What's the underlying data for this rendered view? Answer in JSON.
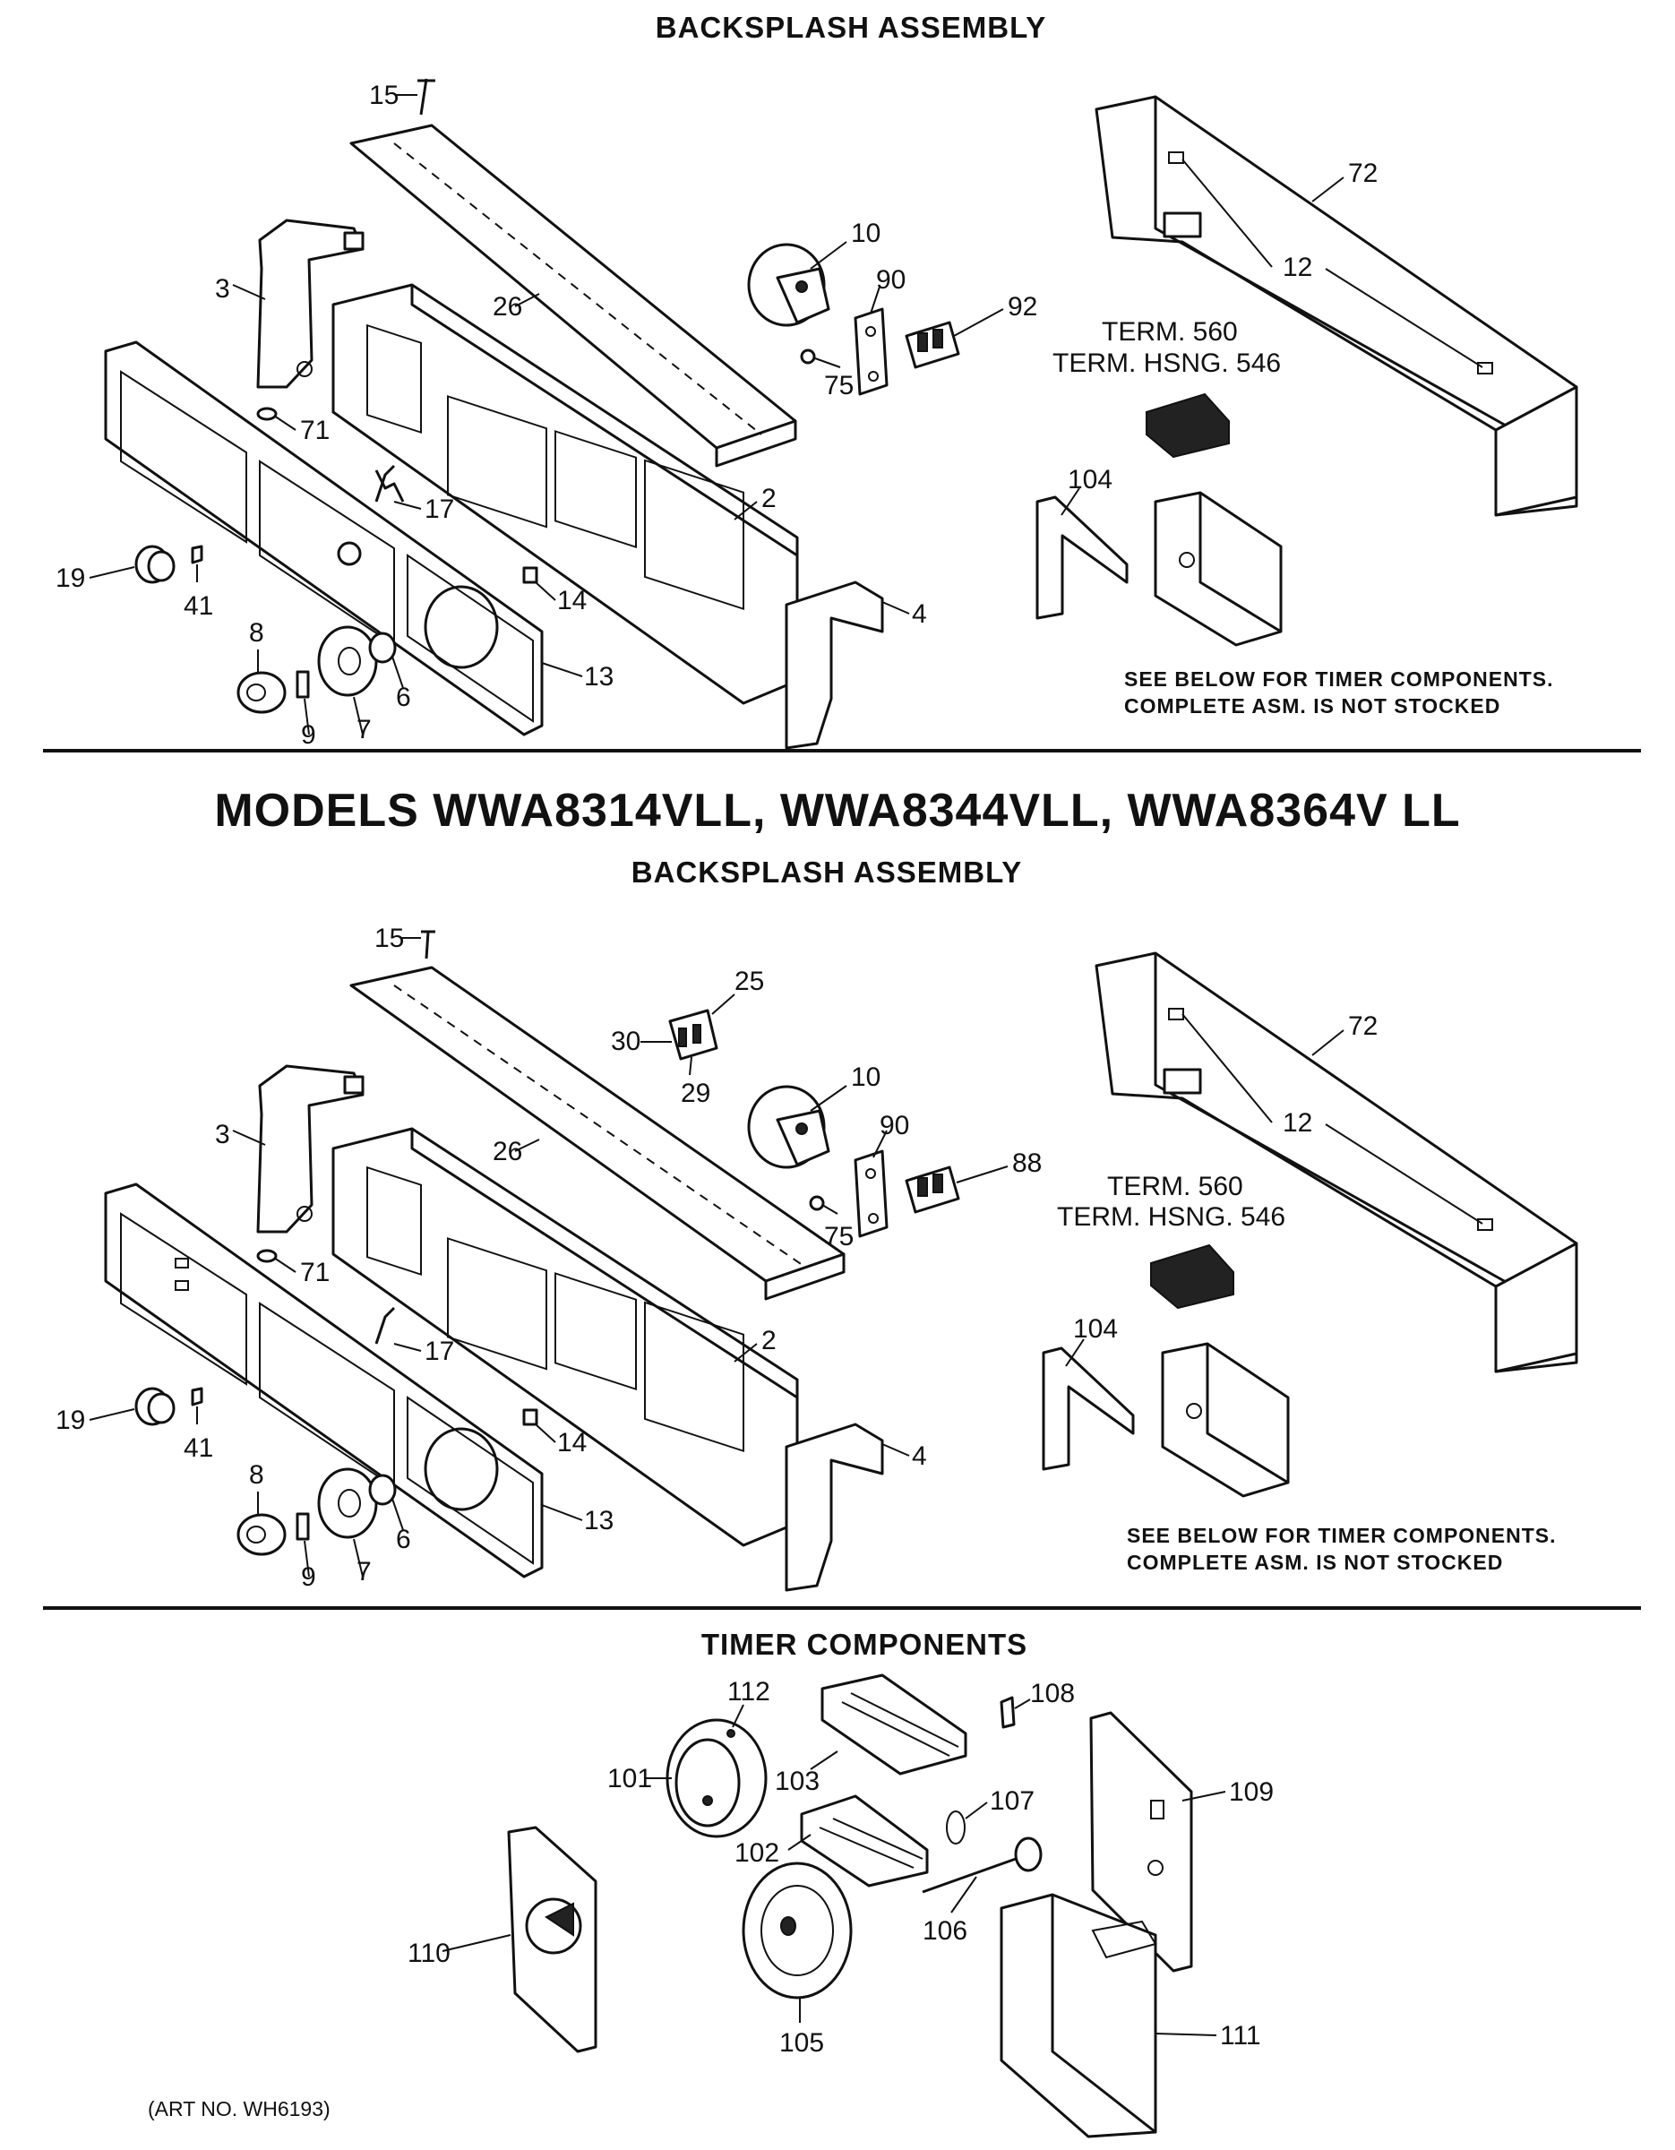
{
  "headings": {
    "top": "BACKSPLASH ASSEMBLY",
    "models": "MODELS WWA8314VLL, WWA8344VLL, WWA8364V LL",
    "middle": "BACKSPLASH ASSEMBLY",
    "timer": "TIMER COMPONENTS"
  },
  "notes": {
    "timer_line1": "SEE BELOW FOR TIMER COMPONENTS.",
    "timer_line2": "COMPLETE ASM. IS NOT STOCKED",
    "term_line1": "TERM. 560",
    "term_line2": "TERM. HSNG. 546"
  },
  "art_number": "(ART NO. WH6193)",
  "callouts_top": [
    "15",
    "3",
    "26",
    "10",
    "90",
    "92",
    "72",
    "12",
    "75",
    "71",
    "2",
    "104",
    "17",
    "19",
    "41",
    "14",
    "4",
    "8",
    "6",
    "13",
    "9",
    "7"
  ],
  "callouts_middle": [
    "15",
    "25",
    "30",
    "29",
    "10",
    "90",
    "88",
    "72",
    "12",
    "3",
    "26",
    "75",
    "71",
    "2",
    "104",
    "17",
    "19",
    "41",
    "14",
    "4",
    "8",
    "6",
    "13",
    "9",
    "7"
  ],
  "callouts_timer": [
    "112",
    "108",
    "101",
    "103",
    "109",
    "107",
    "102",
    "110",
    "106",
    "105",
    "111"
  ]
}
